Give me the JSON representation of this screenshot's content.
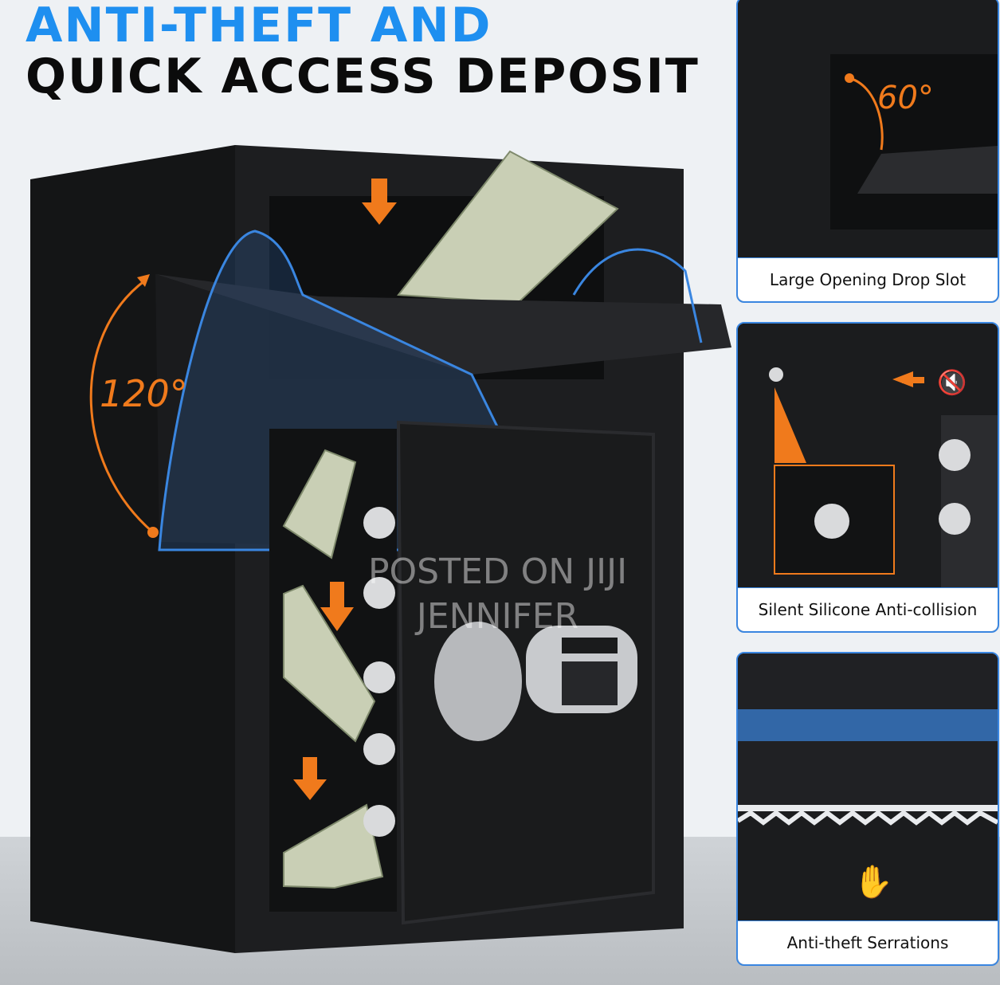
{
  "headline": {
    "line1": "ANTI-THEFT AND",
    "line2": "QUICK ACCESS DEPOSIT"
  },
  "angles": {
    "main_opening": "120°",
    "slot_opening": "60°"
  },
  "panels": [
    {
      "caption": "Large Opening Drop Slot"
    },
    {
      "caption": "Silent Silicone Anti-collision"
    },
    {
      "caption": "Anti-theft Serrations"
    }
  ],
  "watermark": {
    "line1": "POSTED ON JIJI",
    "line2": "JENNIFER"
  },
  "colors": {
    "accent_blue": "#1e8ff0",
    "accent_orange": "#f07a1c",
    "safe_body": "#1b1c1e"
  }
}
